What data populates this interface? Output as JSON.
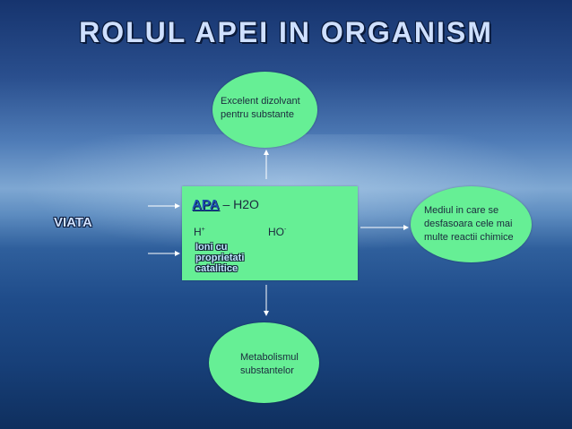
{
  "title": "ROLUL APEI IN ORGANISM",
  "nodes": {
    "top": "Excelent dizolvant\npentru substante",
    "right": "Mediul in care se\ndesfasoara cele mai\nmulte reactii chimice",
    "bottom": "Metabolismul\nsubstantelor",
    "left": "VIATA"
  },
  "center": {
    "apa_label": "APA",
    "formula": " – H2O",
    "ion_h": "H",
    "ion_h_charge": "+",
    "ion_ho": "HO",
    "ion_ho_charge": "-",
    "ioni_text": "Ioni cu\nproprietati\ncatalitice"
  },
  "colors": {
    "node_fill": "#66ef95",
    "connector": "#ffffff"
  }
}
